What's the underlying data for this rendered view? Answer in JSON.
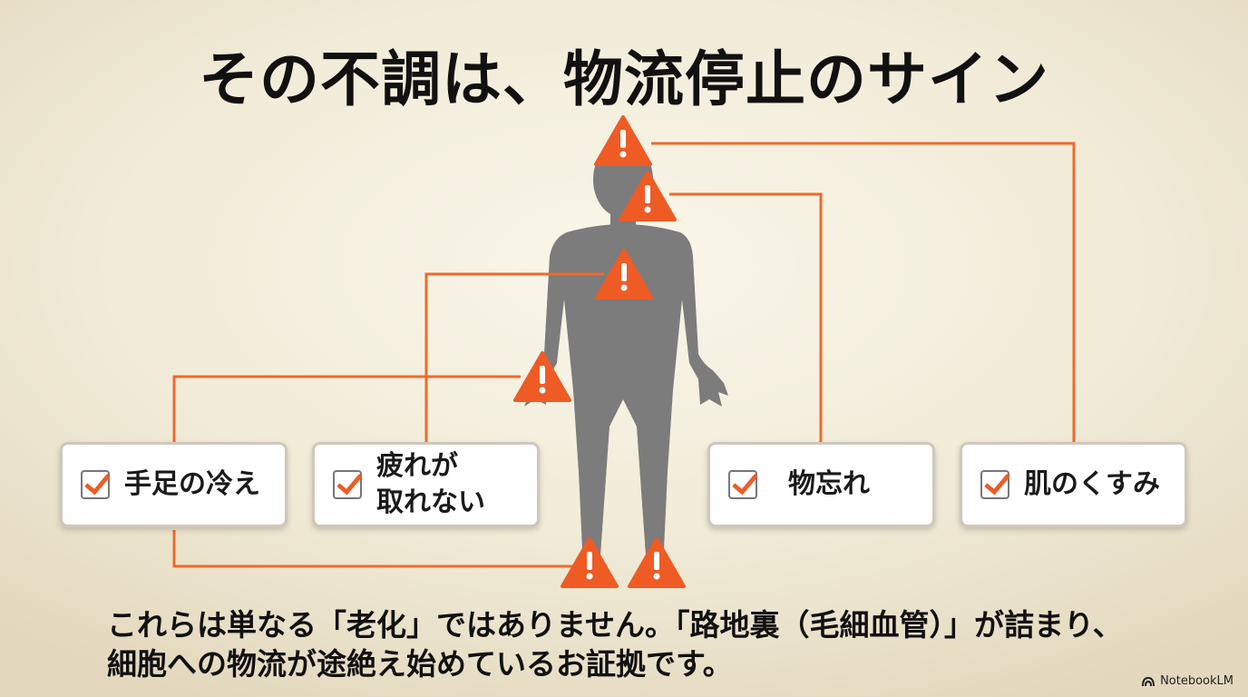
{
  "title": "その不調は、物流停止のサイン",
  "symptoms": [
    {
      "id": "cold",
      "label": "手足の冷え"
    },
    {
      "id": "fatigue",
      "label": "疲れが\n取れない"
    },
    {
      "id": "forget",
      "label": "物忘れ"
    },
    {
      "id": "skin",
      "label": "肌のくすみ"
    }
  ],
  "footer": {
    "line1": "これらは単なる「老化」ではありません。「路地裏（毛細血管）」が詰まり、",
    "line2": "細胞への物流が途絶え始めているお証拠です。"
  },
  "brand": {
    "name": "NotebookLM",
    "icon": "notebooklm-logo-icon"
  },
  "colors": {
    "accent": "#ef5b24",
    "body": "#7c7c7c",
    "line": "#ef6a2c",
    "card_border": "#cfc8bb"
  },
  "icons": {
    "warning": "warning-triangle-icon",
    "check": "checkbox-checked-icon"
  }
}
